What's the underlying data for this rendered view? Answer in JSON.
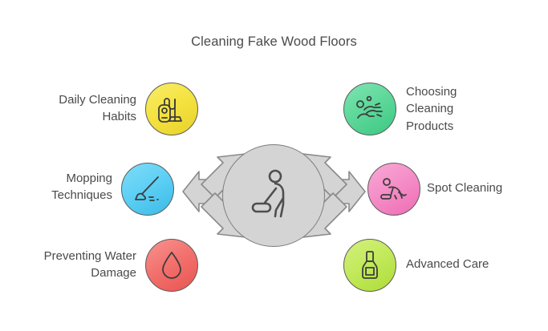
{
  "title": "Cleaning Fake Wood Floors",
  "hub": {
    "icon": "person-mopping-icon",
    "color": "#d4d4d4",
    "stroke": "#7d7d7d"
  },
  "arrows": {
    "color": "#d4d4d4",
    "stroke": "#8a8a8a",
    "count": 6,
    "directions": [
      "upper-left",
      "upper-right",
      "left",
      "right",
      "lower-left",
      "lower-right"
    ]
  },
  "nodes": [
    {
      "id": "daily-cleaning-habits",
      "label": "Daily Cleaning\nHabits",
      "line1": "Daily Cleaning",
      "line2": "Habits",
      "line3": "",
      "icon": "vacuum-cleaner-icon",
      "color": "#F5E342",
      "side": "left"
    },
    {
      "id": "mopping-techniques",
      "label": "Mopping\nTechniques",
      "line1": "Mopping",
      "line2": "Techniques",
      "line3": "",
      "icon": "mop-icon",
      "color": "#5FD0F5",
      "side": "left"
    },
    {
      "id": "preventing-water-damage",
      "label": "Preventing Water\nDamage",
      "line1": "Preventing Water",
      "line2": "Damage",
      "line3": "",
      "icon": "water-droplet-icon",
      "color": "#F2726F",
      "side": "left"
    },
    {
      "id": "choosing-cleaning-products",
      "label": "Choosing\nCleaning\nProducts",
      "line1": "Choosing",
      "line2": "Cleaning",
      "line3": "Products",
      "icon": "hand-wiping-bubbles-icon",
      "color": "#5FD99B",
      "side": "right"
    },
    {
      "id": "spot-cleaning",
      "label": "Spot Cleaning",
      "line1": "Spot Cleaning",
      "line2": "",
      "line3": "",
      "icon": "person-scrubbing-floor-icon",
      "color": "#F58FC8",
      "side": "right"
    },
    {
      "id": "advanced-care",
      "label": "Advanced Care",
      "line1": "Advanced Care",
      "line2": "",
      "line3": "",
      "icon": "cleaning-bottle-icon",
      "color": "#C3EA5C",
      "side": "right"
    }
  ]
}
